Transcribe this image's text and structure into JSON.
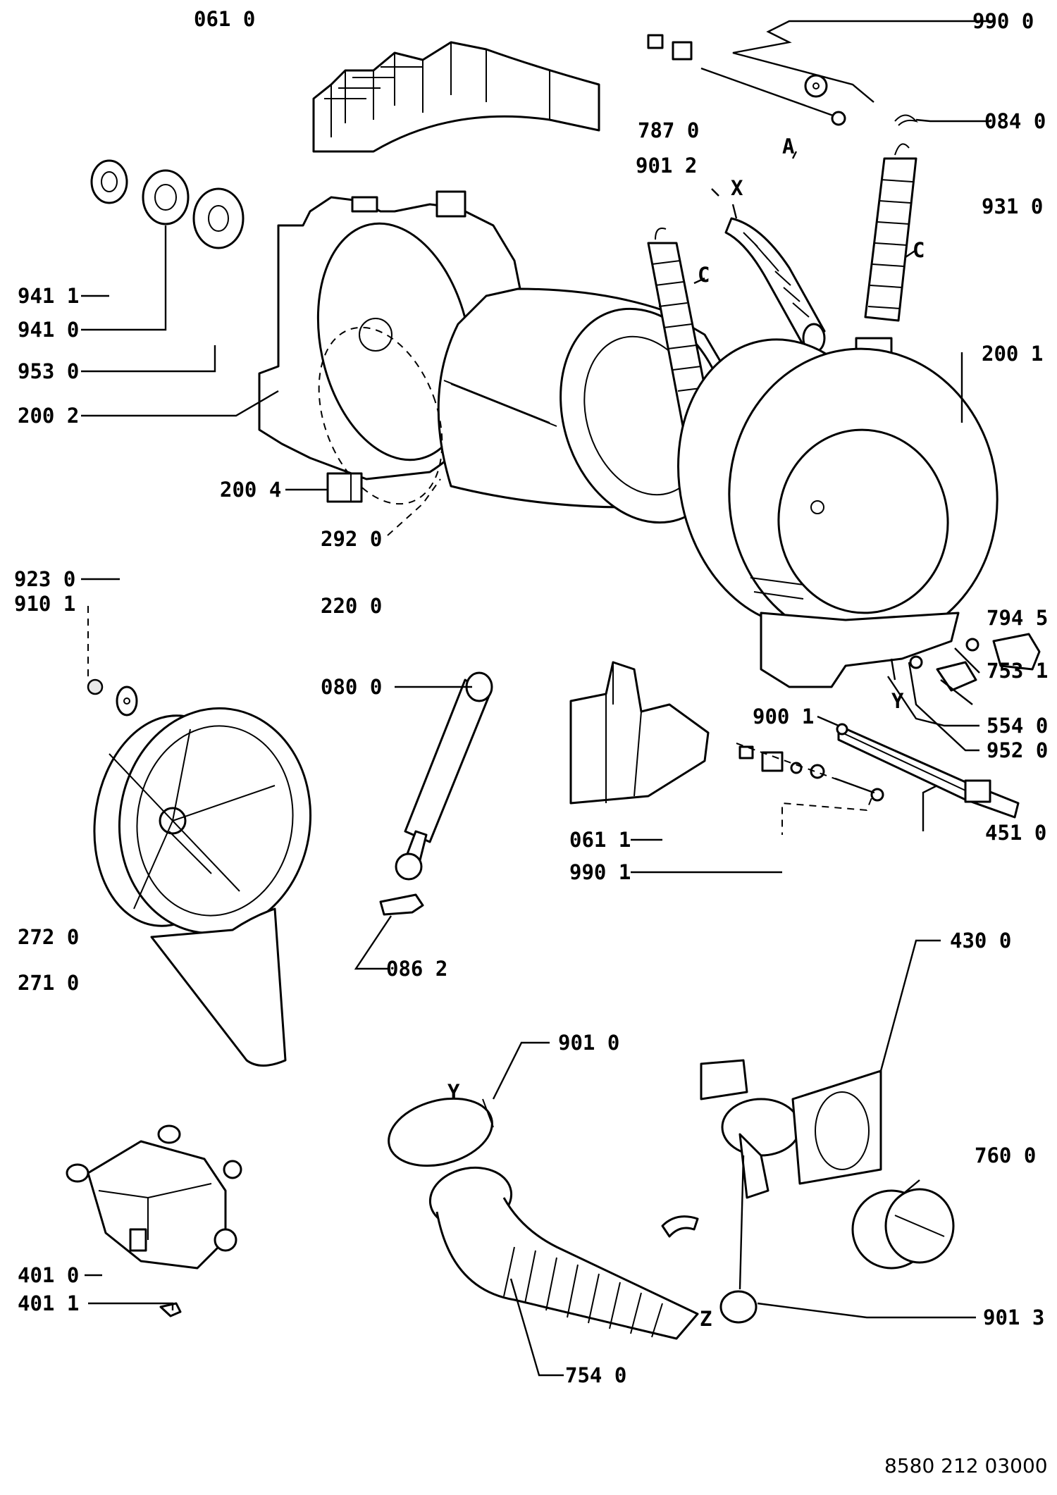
{
  "labels": [
    {
      "id": "l0610",
      "text": "061 0"
    },
    {
      "id": "l9900",
      "text": "990 0"
    },
    {
      "id": "l7870",
      "text": "787 0"
    },
    {
      "id": "l0840",
      "text": "084 0"
    },
    {
      "id": "lA",
      "text": "A"
    },
    {
      "id": "l9012",
      "text": "901 2"
    },
    {
      "id": "lX",
      "text": "X"
    },
    {
      "id": "l9310",
      "text": "931 0"
    },
    {
      "id": "lC1",
      "text": "C"
    },
    {
      "id": "lC2",
      "text": "C"
    },
    {
      "id": "l9411",
      "text": "941 1"
    },
    {
      "id": "l9410",
      "text": "941 0"
    },
    {
      "id": "l9530",
      "text": "953 0"
    },
    {
      "id": "l2001",
      "text": "200 1"
    },
    {
      "id": "l2002",
      "text": "200 2"
    },
    {
      "id": "l2004",
      "text": "200 4"
    },
    {
      "id": "l2920",
      "text": "292 0"
    },
    {
      "id": "l9230",
      "text": "923 0"
    },
    {
      "id": "l9101",
      "text": "910 1"
    },
    {
      "id": "l2200",
      "text": "220 0"
    },
    {
      "id": "l7945",
      "text": "794 5"
    },
    {
      "id": "l7531",
      "text": "753 1"
    },
    {
      "id": "lY1",
      "text": "Y"
    },
    {
      "id": "l0800",
      "text": "080 0"
    },
    {
      "id": "l9001",
      "text": "900 1"
    },
    {
      "id": "l5540",
      "text": "554 0"
    },
    {
      "id": "l9520",
      "text": "952 0"
    },
    {
      "id": "l0611",
      "text": "061 1"
    },
    {
      "id": "l4510",
      "text": "451 0"
    },
    {
      "id": "l9901",
      "text": "990 1"
    },
    {
      "id": "l2720",
      "text": "272 0"
    },
    {
      "id": "l0862",
      "text": "086 2"
    },
    {
      "id": "l4300",
      "text": "430 0"
    },
    {
      "id": "l2710",
      "text": "271 0"
    },
    {
      "id": "l9010",
      "text": "901 0"
    },
    {
      "id": "lY2",
      "text": "Y"
    },
    {
      "id": "l7600",
      "text": "760 0"
    },
    {
      "id": "l4010",
      "text": "401 0"
    },
    {
      "id": "l4011",
      "text": "401 1"
    },
    {
      "id": "lZ",
      "text": "Z"
    },
    {
      "id": "l9013",
      "text": "901 3"
    },
    {
      "id": "l7540",
      "text": "754 0"
    }
  ],
  "footer": {
    "code": "8580 212 03000"
  }
}
